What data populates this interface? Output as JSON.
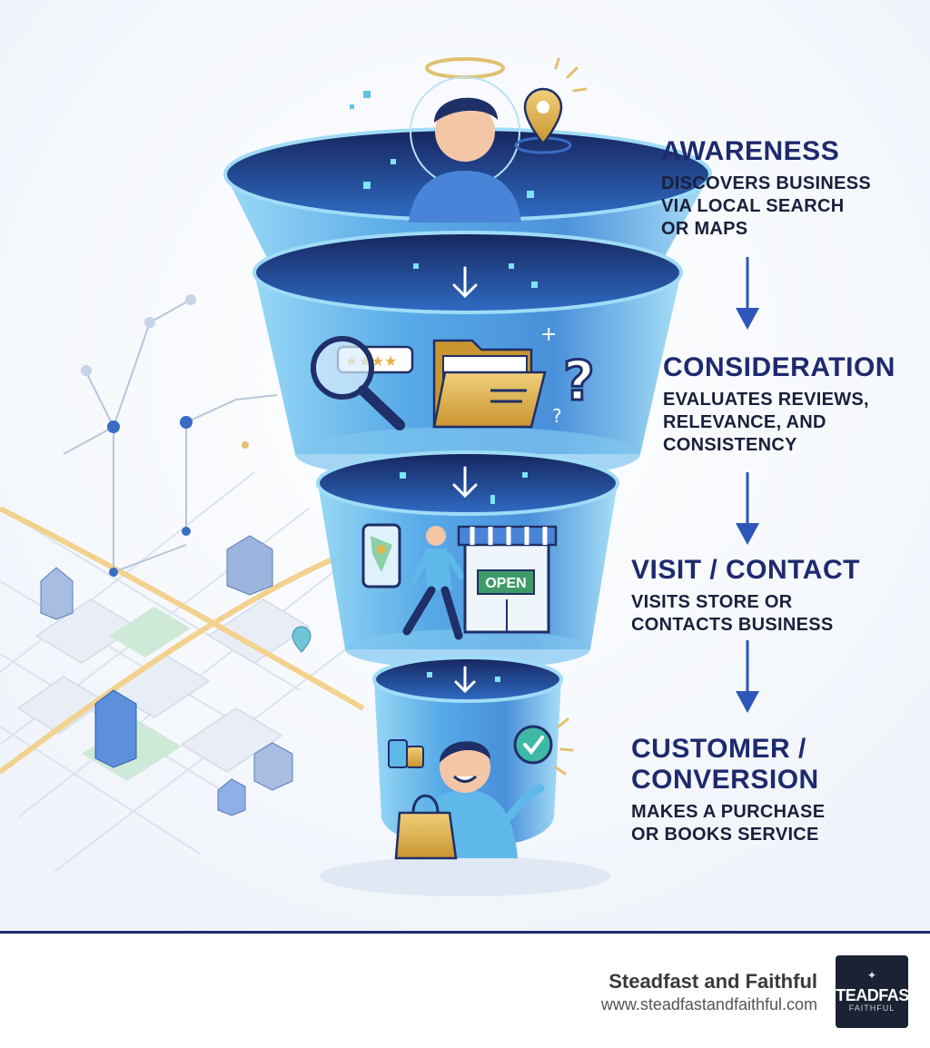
{
  "stages": [
    {
      "title": "AWARENESS",
      "desc": "DISCOVERS BUSINESS\nVIA LOCAL SEARCH\nOR MAPS"
    },
    {
      "title": "CONSIDERATION",
      "desc": "EVALUATES REVIEWS,\nRELEVANCE, AND\nCONSISTENCY"
    },
    {
      "title": "VISIT / CONTACT",
      "desc": "VISITS STORE OR\nCONTACTS BUSINESS"
    },
    {
      "title": "CUSTOMER /\nCONVERSION",
      "desc": "MAKES A PURCHASE\nOR BOOKS SERVICE"
    }
  ],
  "icons": {
    "awareness": [
      "person-with-halo-icon",
      "map-pin-icon"
    ],
    "consideration": [
      "magnifier-reviews-icon",
      "folder-icon",
      "question-mark-icon"
    ],
    "visit": [
      "phone-map-icon",
      "walking-person-icon",
      "storefront-icon"
    ],
    "conversion": [
      "happy-customer-icon",
      "shopping-bag-icon",
      "check-badge-icon"
    ]
  },
  "store_sign": "OPEN",
  "footer": {
    "name": "Steadfast and Faithful",
    "url": "www.steadfastandfaithful.com",
    "logo_top": "STEADFAST",
    "logo_bottom": "FAITHFUL"
  },
  "colors": {
    "title": "#1e2a6e",
    "accent": "#2e56b8",
    "funnel": "#5fb8ea",
    "footer_rule": "#1e2a6e"
  }
}
